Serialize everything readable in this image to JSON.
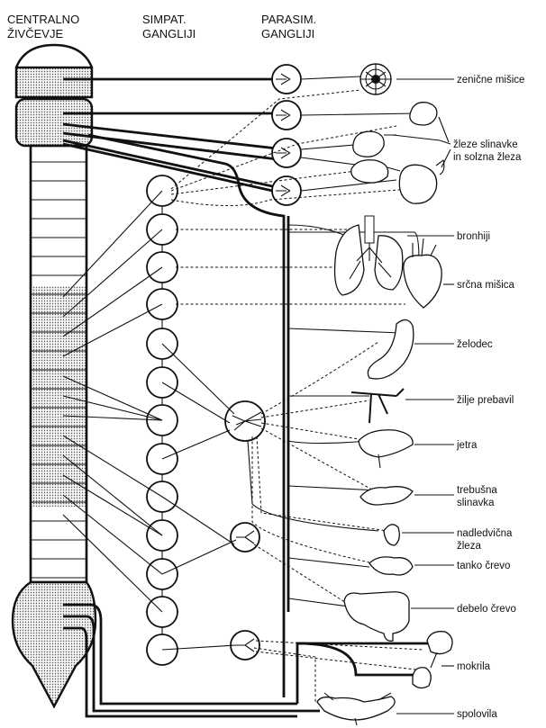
{
  "headers": {
    "cns": [
      "CENTRALNO",
      "ŽIVČEVJE"
    ],
    "symp": [
      "SIMPAT.",
      "GANGLIJI"
    ],
    "para": [
      "PARASIM.",
      "GANGLIJI"
    ]
  },
  "organs": [
    "zenične mišice",
    "žleze slinavke",
    "in solzna žleza",
    "bronhiji",
    "srčna mišica",
    "želodec",
    "žilje prebavil",
    "jetra",
    "trebušna",
    "slinavka",
    "nadledvična",
    "žleza",
    "tanko črevo",
    "debelo črevo",
    "mokrila",
    "spolovila"
  ]
}
